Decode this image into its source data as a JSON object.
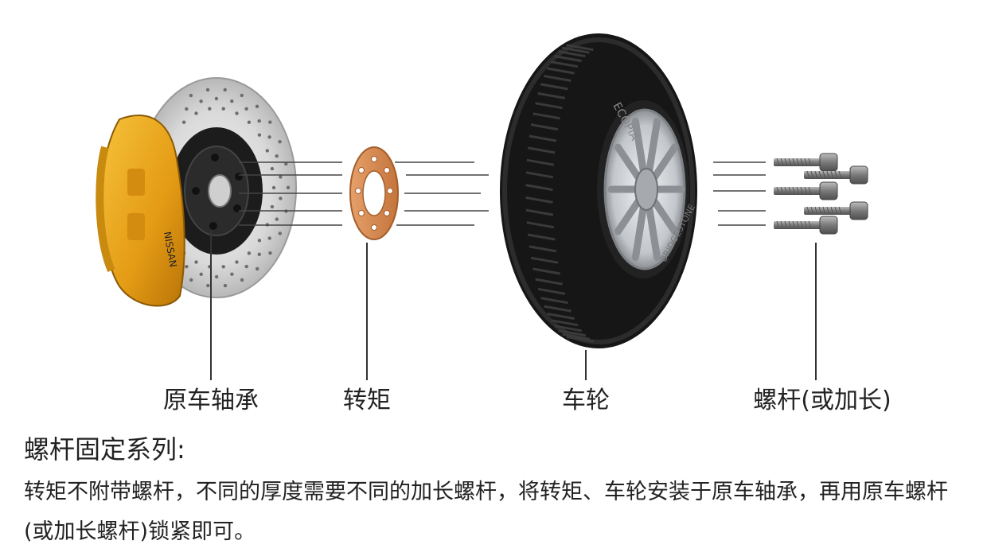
{
  "labels": {
    "bearing": "原车轴承",
    "spacer": "转矩",
    "wheel": "车轮",
    "bolt": "螺杆(或加长)"
  },
  "caption": {
    "title": "螺杆固定系列:",
    "body": "转矩不附带螺杆，不同的厚度需要不同的加长螺杆，将转矩、车轮安装于原车轴承，再用原车螺杆(或加长螺杆)锁紧即可。"
  },
  "images": {
    "caliper_brand": "NISSAN",
    "tire_text": "ECOPIA",
    "tire_brand": "BRIDGESTONE"
  },
  "colors": {
    "caliper": "#e8a41c",
    "spacer": "#d7894f",
    "tire": "#1a1a1a",
    "rim": "#c9ccd0",
    "rotor": "#d8d8d8",
    "bolt": "#8a8a8a",
    "leader": "#333333"
  }
}
